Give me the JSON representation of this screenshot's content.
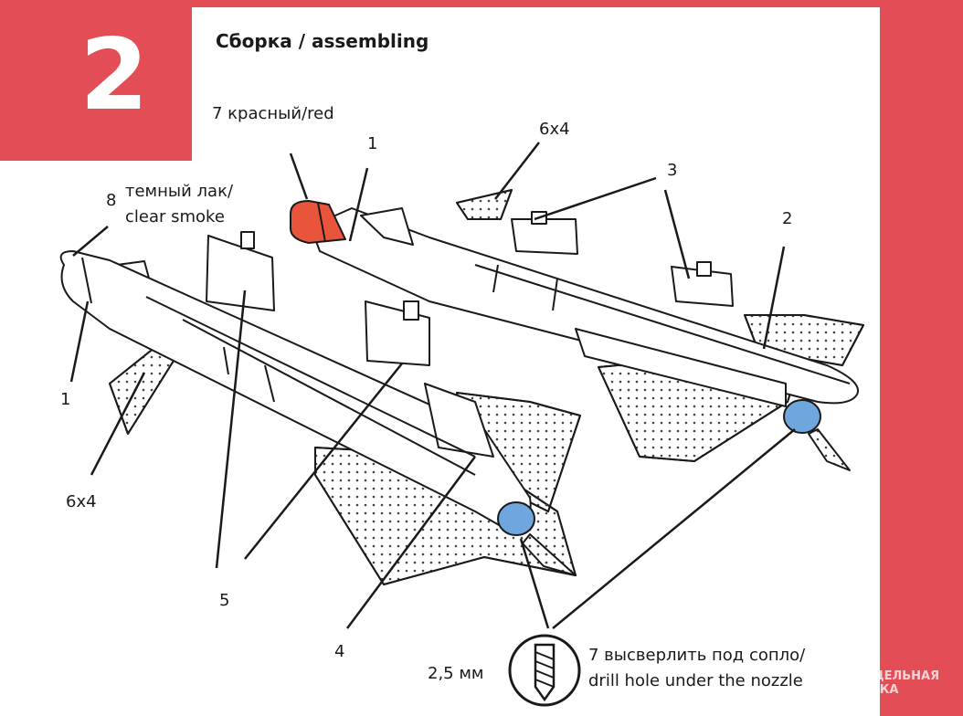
{
  "step": {
    "number": "2"
  },
  "title": "Сборка / assembling",
  "labels": {
    "paint_red": "7 красный/red",
    "num_1_top": "1",
    "dim_6x4_top": "6x4",
    "num_3": "3",
    "num_2": "2",
    "num_8": "8",
    "smoke_ru": "темный лак/",
    "smoke_en": "clear smoke",
    "num_1_left": "1",
    "dim_6x4_left": "6x4",
    "num_5": "5",
    "num_4": "4",
    "drill_size": "2,5 мм",
    "drill_ru": "7 высверлить под сопло/",
    "drill_en": "drill hole under the nozzle"
  },
  "watermark": {
    "line1": "Модельная",
    "line2": "Лавка"
  },
  "colors": {
    "brand_red": "#e24d56",
    "nozzle_blue": "#6fa6dd",
    "tip_red": "#e8553c",
    "line": "#1a1a1a"
  },
  "icons": [
    "drill-bit-icon"
  ]
}
